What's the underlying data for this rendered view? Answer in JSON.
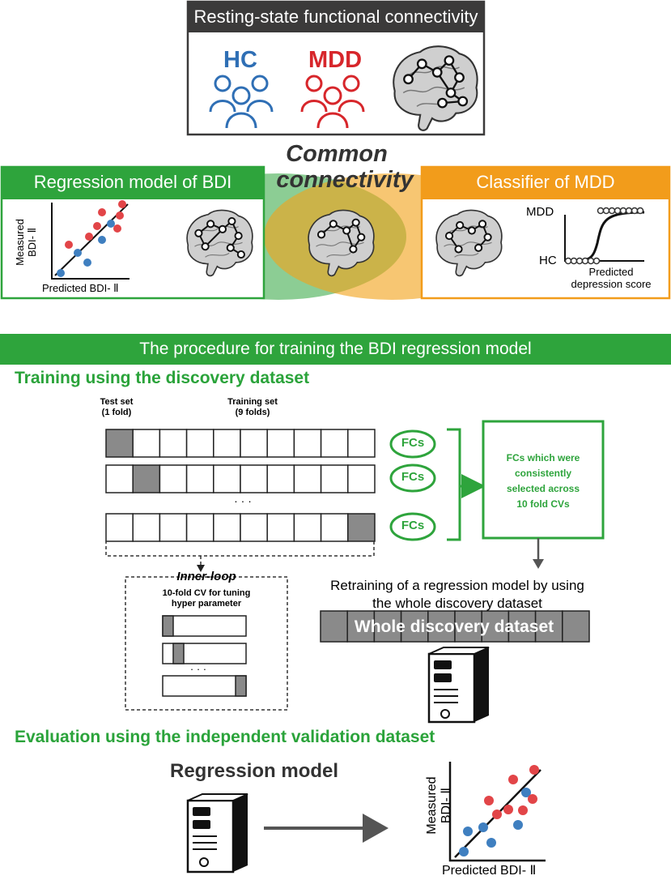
{
  "top_box": {
    "title": "Resting-state functional connectivity",
    "hc_label": "HC",
    "mdd_label": "MDD"
  },
  "common": {
    "line1": "Common",
    "line2": "connectivity"
  },
  "regression_panel": {
    "title": "Regression model of BDI",
    "ylabel_line1": "Measured",
    "ylabel_line2": "BDI- Ⅱ",
    "xlabel": "Predicted BDI- Ⅱ"
  },
  "classifier_panel": {
    "title": "Classifier of MDD",
    "y_top": "MDD",
    "y_bottom": "HC",
    "xlabel_line1": "Predicted",
    "xlabel_line2": "depression score"
  },
  "procedure_bar": "The procedure for training the BDI regression model",
  "training": {
    "heading": "Training using the discovery dataset",
    "test_set_line1": "Test set",
    "test_set_line2": "(1 fold)",
    "training_set_line1": "Training set",
    "training_set_line2": "(9 folds)",
    "dots": "· · ·",
    "fcs_label": "FCs",
    "consistent_box": [
      "FCs which were",
      "consistently",
      "selected across",
      "10 fold CVs"
    ],
    "inner_loop_title": "Inner-loop",
    "inner_loop_desc_line1": "10-fold CV for tuning",
    "inner_loop_desc_line2": "hyper parameter",
    "retraining_line1": "Retraining of a regression model by using",
    "retraining_line2": "the whole discovery dataset",
    "whole_dataset": "Whole discovery dataset"
  },
  "evaluation": {
    "heading": "Evaluation using the independent validation dataset",
    "model_label": "Regression model",
    "ylabel_line1": "Measured",
    "ylabel_line2": "BDI- Ⅱ",
    "xlabel": "Predicted BDI- Ⅱ"
  },
  "colors": {
    "green": "#2ea43c",
    "orange": "#f29c1b",
    "hc_blue": "#2f6fb5",
    "mdd_red": "#d7262b",
    "dark": "#3b3a3a",
    "gray_fold": "#8a8a8a"
  },
  "fold_grid": {
    "folds": 10,
    "rows": [
      {
        "test_index": 0
      },
      {
        "test_index": 1
      },
      {
        "test_index": 9
      }
    ]
  },
  "inner_grid": {
    "rows": [
      {
        "test_index": 0
      },
      {
        "test_index": 1
      },
      {
        "test_index": 9
      }
    ]
  }
}
